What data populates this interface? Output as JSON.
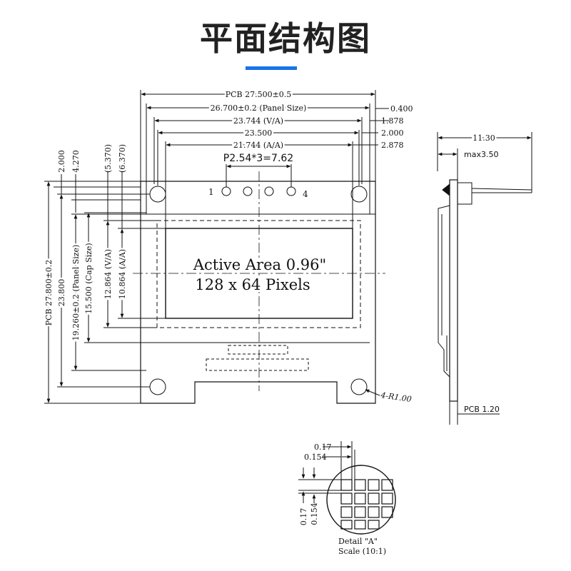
{
  "title": "平面结构图",
  "colors": {
    "accent": "#1a73e8",
    "line": "#111111"
  },
  "front_view": {
    "top_dims": {
      "pcb": "PCB 27.500±0.5",
      "panel": "26.700±0.2 (Panel Size)",
      "va": "23.744 (V/A)",
      "mid": "23.500",
      "aa": "21.744 (A/A)",
      "right_0400": "0.400",
      "right_1878": "1.878",
      "right_2000": "2.000",
      "right_2878": "2.878"
    },
    "pitch": "P2.54*3=7.62",
    "pin_first": "1",
    "pin_last": "4",
    "active_area_line1": "Active Area 0.96\"",
    "active_area_line2": "128 x 64 Pixels",
    "hole_radius": "4-R1.00",
    "left_dims": {
      "pcb": "PCB 27.800±0.2",
      "d23800": "23.800",
      "panel": "19.260±0.2 (Panel Size)",
      "cap": "15.500 (Cap Size)",
      "va": "12.864 (V/A)",
      "aa": "10.864 (A/A)",
      "d2000": "2.000",
      "d4270": "4.270",
      "d5370": "(5.370)",
      "d6370": "(6.370)"
    }
  },
  "side_view": {
    "width": "11.30",
    "max": "max3.50",
    "pcb": "PCB 1.20"
  },
  "detail": {
    "d017_top": "0.17",
    "d0154_top": "0.154",
    "d017_left": "0.17",
    "d0154_left": "0.154",
    "label": "Detail \"A\"",
    "scale": "Scale (10:1)"
  }
}
